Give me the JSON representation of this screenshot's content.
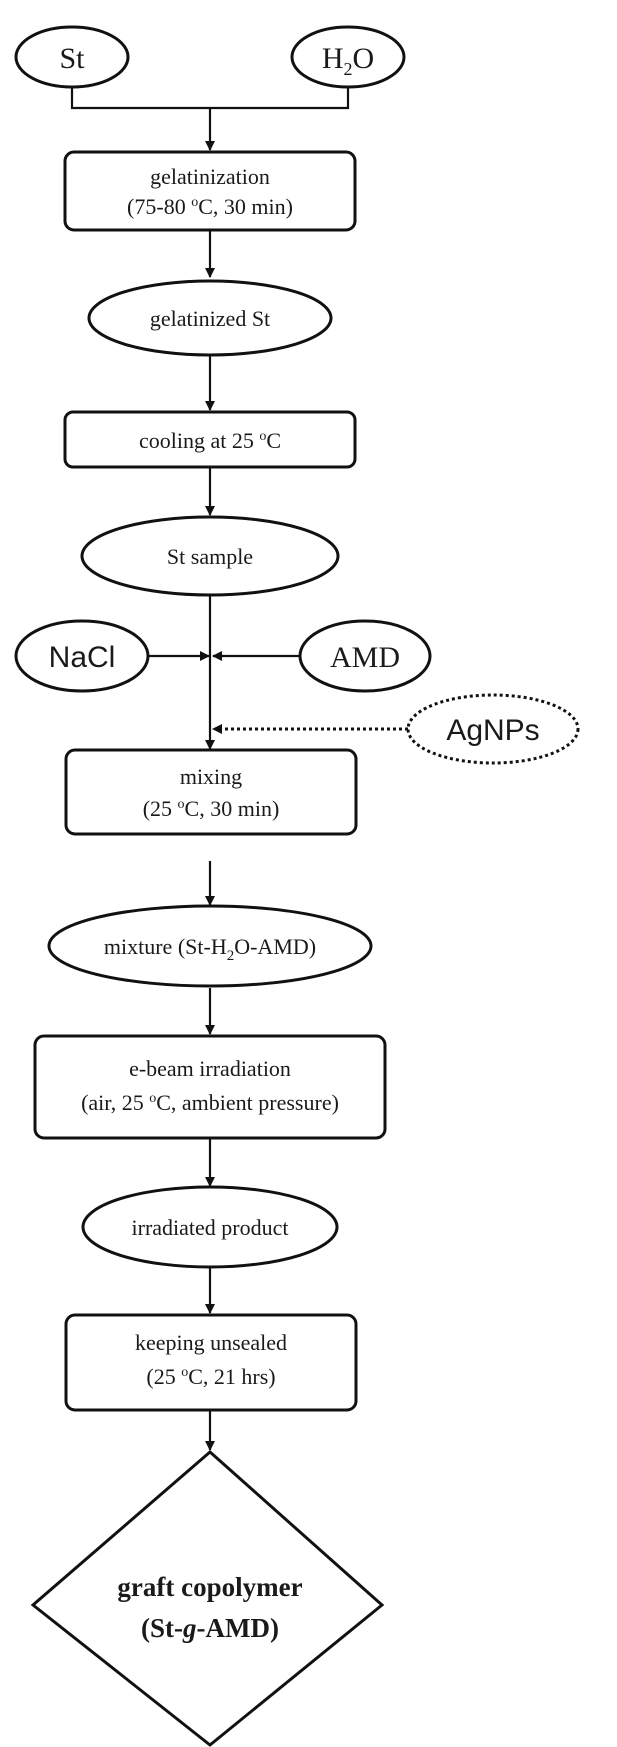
{
  "nodes": {
    "st": "St",
    "h2o": {
      "main": "H",
      "sub": "2",
      "tail": "O"
    },
    "gelatinization": {
      "line1": "gelatinization",
      "line2_pre": "(75-80 ",
      "line2_sup": "o",
      "line2_post": "C, 30 min)"
    },
    "gelatinized": "gelatinized St",
    "cooling": {
      "pre": "cooling at 25 ",
      "sup": "o",
      "post": "C"
    },
    "sample": "St sample",
    "nacl": "NaCl",
    "amd": "AMD",
    "agnps": "AgNPs",
    "mixing": {
      "line1": "mixing",
      "line2_pre": "(25 ",
      "line2_sup": "o",
      "line2_post": "C, 30 min)"
    },
    "mixture": {
      "pre": "mixture (St-H",
      "sub": "2",
      "post": "O-AMD)"
    },
    "ebeam": {
      "line1": "e-beam irradiation",
      "line2_pre": "(air, 25 ",
      "line2_sup": "o",
      "line2_post": "C, ambient pressure)"
    },
    "irradiated": "irradiated product",
    "keeping": {
      "line1": "keeping unsealed",
      "line2_pre": "(25 ",
      "line2_sup": "o",
      "line2_post": "C, 21 hrs)"
    },
    "graft": {
      "line1": "graft copolymer",
      "line2_pre": "(St-",
      "line2_ital": "g",
      "line2_post": "-AMD)"
    }
  }
}
